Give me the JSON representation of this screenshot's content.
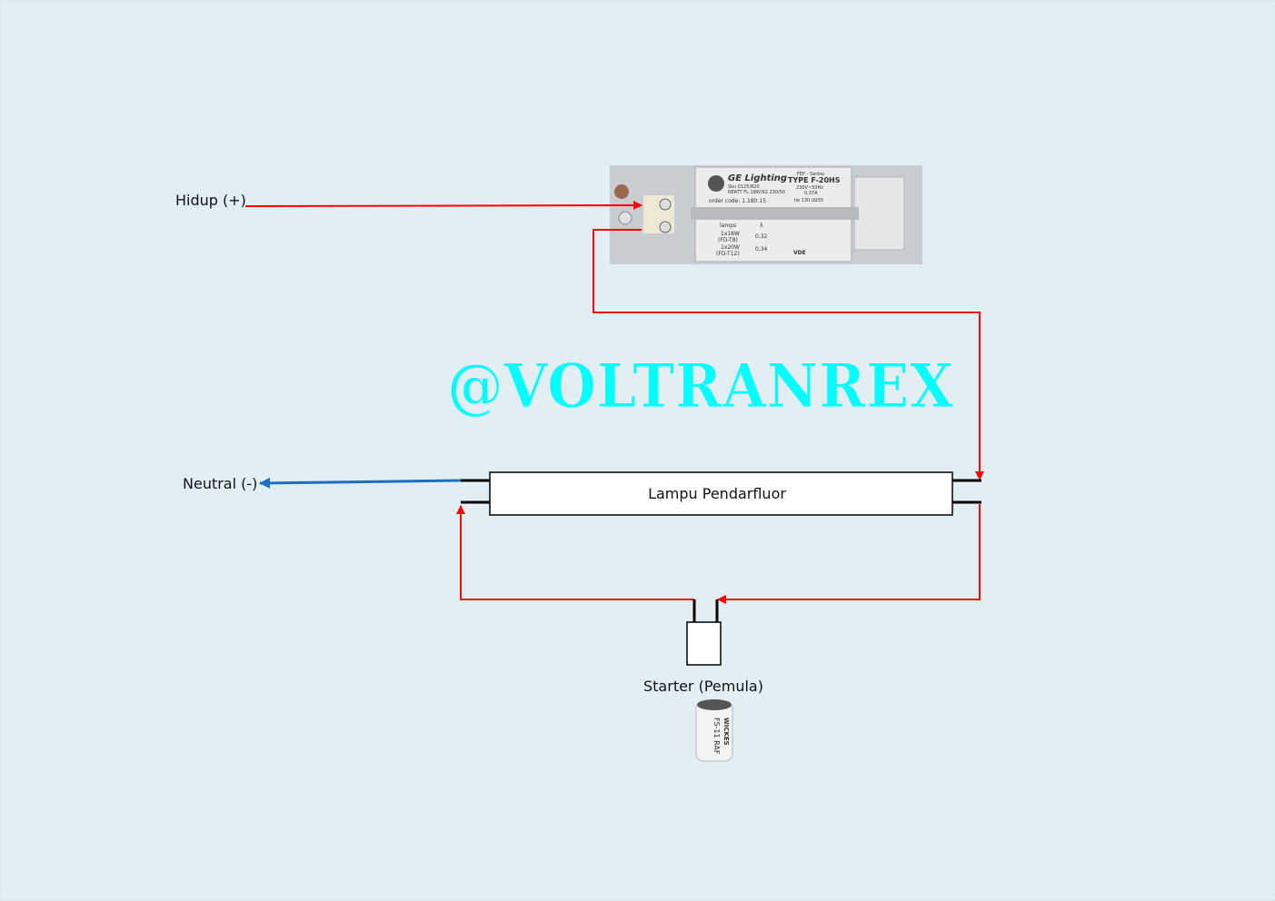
{
  "labels": {
    "live": "Hidup (+)",
    "neutral": "Neutral (-)",
    "lamp": "Lampu Pendarfluor",
    "starter": "Starter (Pemula)",
    "watermark": "@VOLTRANREX"
  },
  "ballast": {
    "brand": "GE Lighting",
    "origin": "FEP - Serbia",
    "type": "TYPE F-20HS",
    "rating": "230V~50Hz",
    "current": "0,37A",
    "sku": "Sku 0125/820",
    "model": "REATT FL 18W/92 230/50",
    "order_code": "order code: 1.180.15",
    "tw": "tw 130 /Δt55",
    "lamps_header": "lamps",
    "lambda_header": "λ",
    "lamp1": "1x18W",
    "lamp1_type": "(FD-T8)",
    "lamp1_pf": "0,32",
    "lamp2": "1x20W",
    "lamp2_type": "(FD-T12)",
    "lamp2_pf": "0,34",
    "vde": "VDE"
  },
  "starter_image": {
    "brand": "WICKES",
    "model": "FS-11 RAF"
  },
  "colors": {
    "background": "#e1eff5",
    "live_wire": "#ff0000",
    "neutral_wire": "#1f6fc0",
    "watermark": "#00ffff"
  }
}
